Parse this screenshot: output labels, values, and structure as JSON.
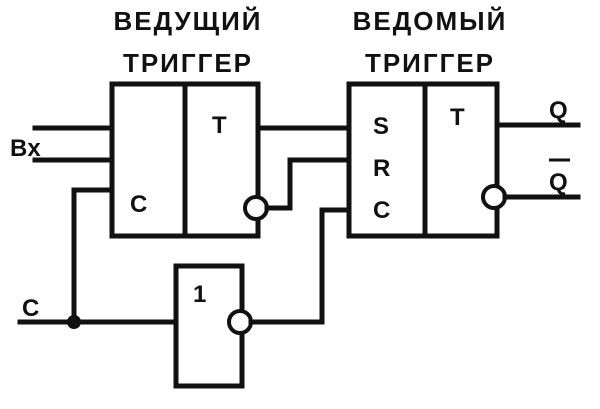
{
  "master": {
    "title_line1": "ВЕДУЩИЙ",
    "title_line2": "ТРИГГЕР",
    "label_c": "C",
    "label_t": "T"
  },
  "slave": {
    "title_line1": "ВЕДОМЫЙ",
    "title_line2": "ТРИГГЕР",
    "label_s": "S",
    "label_r": "R",
    "label_c": "C",
    "label_t": "T"
  },
  "inverter": {
    "label": "1"
  },
  "inputs": {
    "data_in": "Bx",
    "clock": "C"
  },
  "outputs": {
    "q": "Q",
    "q_bar": "Q"
  }
}
